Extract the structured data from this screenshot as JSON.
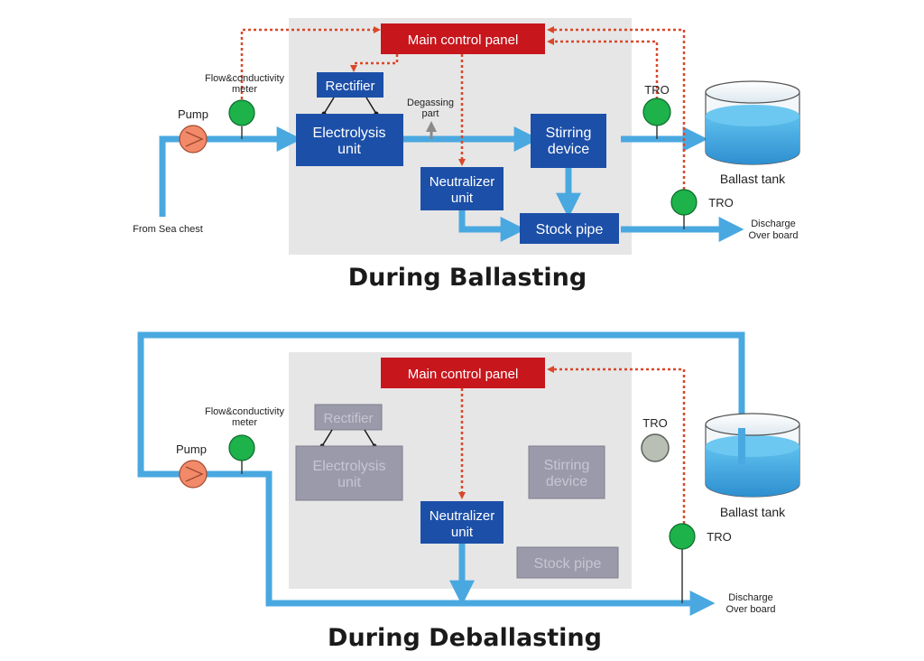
{
  "ballasting": {
    "title": "During Ballasting",
    "main_control_panel": "Main control panel",
    "rectifier": "Rectifier",
    "electrolysis_line1": "Electrolysis",
    "electrolysis_line2": "unit",
    "stirring_line1": "Stirring",
    "stirring_line2": "device",
    "neutralizer_line1": "Neutralizer",
    "neutralizer_line2": "unit",
    "stock_pipe": "Stock pipe",
    "degassing_line1": "Degassing",
    "degassing_line2": "part",
    "flow_meter_line1": "Flow&conductivity",
    "flow_meter_line2": "meter",
    "pump": "Pump",
    "from_sea_chest": "From Sea chest",
    "tro_top": "TRO",
    "tro_bottom": "TRO",
    "ballast_tank": "Ballast tank",
    "discharge_line1": "Discharge",
    "discharge_line2": "Over board"
  },
  "deballasting": {
    "title": "During Deballasting",
    "main_control_panel": "Main control panel",
    "rectifier": "Rectifier",
    "electrolysis_line1": "Electrolysis",
    "electrolysis_line2": "unit",
    "stirring_line1": "Stirring",
    "stirring_line2": "device",
    "neutralizer_line1": "Neutralizer",
    "neutralizer_line2": "unit",
    "stock_pipe": "Stock pipe",
    "flow_meter_line1": "Flow&conductivity",
    "flow_meter_line2": "meter",
    "pump": "Pump",
    "tro_top": "TRO",
    "tro_bottom": "TRO",
    "ballast_tank": "Ballast tank",
    "discharge_line1": "Discharge",
    "discharge_line2": "Over board"
  },
  "colors": {
    "pipe": "#4aa8e0",
    "unit_blue": "#1c4fa8",
    "control_panel_red": "#c8161d",
    "signal_dots": "#d9482b",
    "sensor_green": "#1db24a",
    "inactive_gray": "#9a9aab",
    "system_area": "#e6e6e6",
    "pump_orange": "#f28a6a"
  }
}
